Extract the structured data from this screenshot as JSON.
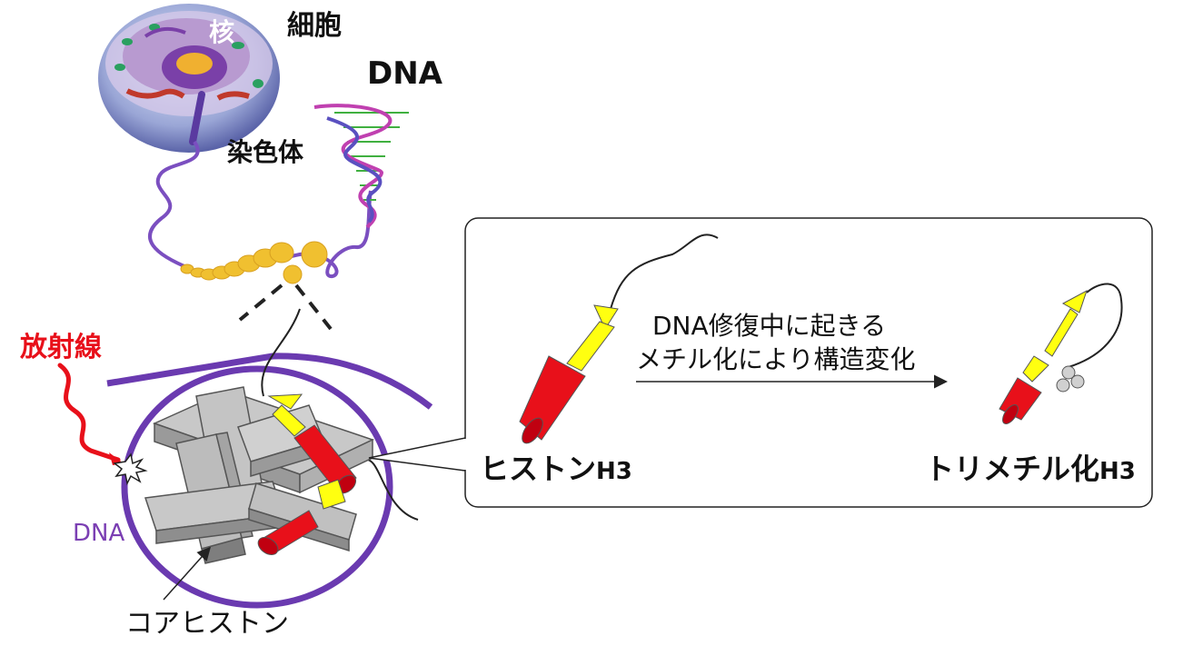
{
  "labels": {
    "cell": "細胞",
    "nucleus": "核",
    "dna_top": "DNA",
    "chromosome": "染色体",
    "radiation": "放射線",
    "dna_bottom": "DNA",
    "core_histone": "コアヒストン",
    "histone_h3": "ヒストン",
    "histone_h3_suffix": "H3",
    "trimethyl_h3": "トリメチル化",
    "trimethyl_h3_suffix": "H3",
    "process_line1": "DNA修復中に起きる",
    "process_line2": "メチル化により構造変化"
  },
  "colors": {
    "helix_red": "#e8101a",
    "helix_yellow": "#ffff10",
    "histone_gray": "#b4b4b4",
    "dna_purple": "#6a3ab0",
    "chromatin_gold": "#f0c030",
    "radiation_red": "#e8101a",
    "text_purple": "#7b3fb3"
  }
}
